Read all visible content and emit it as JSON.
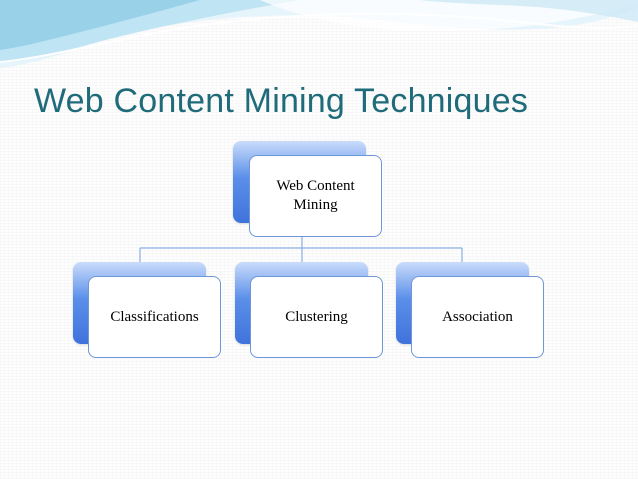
{
  "slide": {
    "title": "Web Content Mining Techniques"
  },
  "diagram": {
    "root": {
      "label": "Web Content Mining"
    },
    "children": [
      {
        "label": "Classifications"
      },
      {
        "label": "Clustering"
      },
      {
        "label": "Association"
      }
    ]
  },
  "colors": {
    "title": "#1f6b7a",
    "connector": "#8aaee6",
    "node_border": "#6f97d8",
    "node_back_dark": "#3f73dc",
    "node_back_light": "#c9dcfb",
    "wave_light": "#d6eef8",
    "wave_mid": "#9fd3ea"
  }
}
